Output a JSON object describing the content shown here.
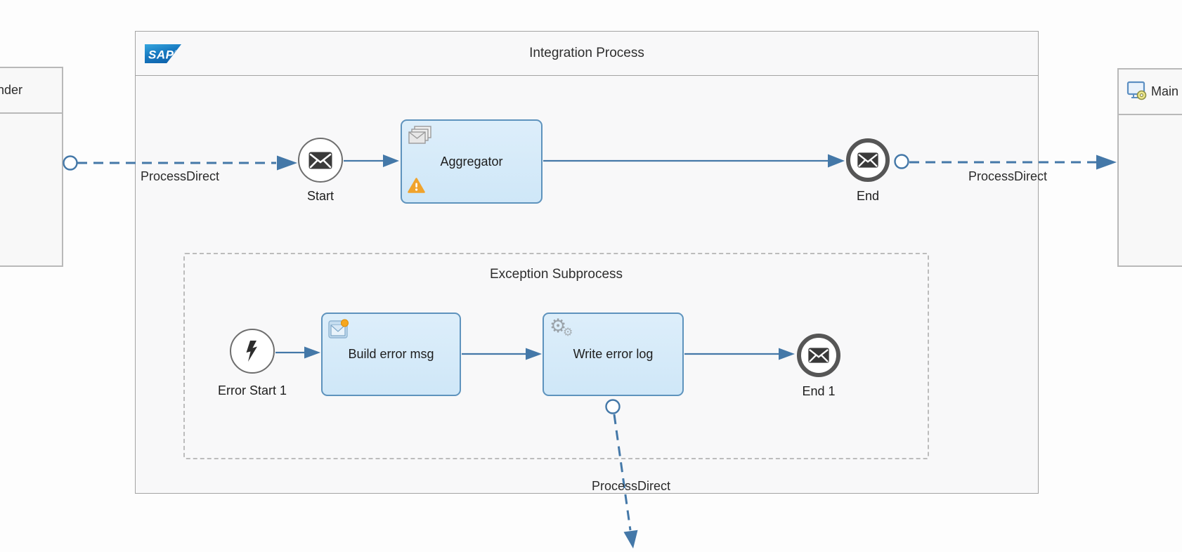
{
  "brand": {
    "logo_text": "SAP",
    "logo_reg": "®"
  },
  "integration_process": {
    "title": "Integration Process",
    "main_flow": {
      "start_event": {
        "label": "Start"
      },
      "aggregator_step": {
        "label": "Aggregator"
      },
      "end_event": {
        "label": "End"
      }
    },
    "exception_subprocess": {
      "title": "Exception Subprocess",
      "error_start_event": {
        "label": "Error Start 1"
      },
      "build_error_msg_step": {
        "label": "Build error msg"
      },
      "write_error_log_step": {
        "label": "Write error log"
      },
      "end_event": {
        "label": "End 1"
      }
    }
  },
  "participants": {
    "sender": {
      "label": "Sender"
    },
    "receiver": {
      "label": "Main"
    }
  },
  "connections": {
    "inbound": {
      "label": "ProcessDirect",
      "style": "dashed"
    },
    "outbound_main": {
      "label": "ProcessDirect",
      "style": "dashed"
    },
    "outbound_error": {
      "label": "ProcessDirect",
      "style": "dashed"
    }
  },
  "icons": {
    "aggregator": "stacked-envelopes",
    "start_end_events": "message-envelope",
    "error_start_event": "lightning-bolt",
    "build_error_msg": "content-modifier-envelope-with-orange-dot",
    "write_error_log": "double-gears",
    "receiver": "system-monitor-with-gear",
    "warning": "warning-triangle"
  },
  "colors": {
    "connector_blue": "#4478a8",
    "node_fill": "#d6eaf8",
    "node_border": "#5e93bd",
    "event_dark": "#3a3a3a",
    "warning_orange": "#f0a32c",
    "container_border": "#a3a3a3"
  }
}
